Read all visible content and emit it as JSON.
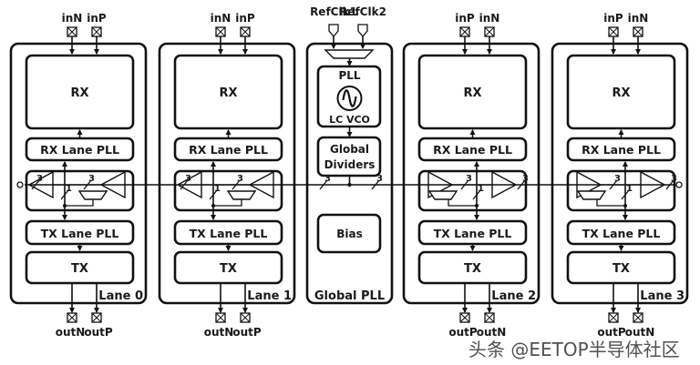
{
  "diagram": {
    "lanes": [
      {
        "name": "Lane 0",
        "inputs": [
          "inN",
          "inP"
        ],
        "outputs": [
          "outN",
          "outP"
        ],
        "rx": "RX",
        "rx_pll": "RX Lane PLL",
        "tx_pll": "TX Lane PLL",
        "tx": "TX",
        "bus_widths": [
          "3",
          "3",
          "1"
        ],
        "mirrored": false
      },
      {
        "name": "Lane 1",
        "inputs": [
          "inN",
          "inP"
        ],
        "outputs": [
          "outN",
          "outP"
        ],
        "rx": "RX",
        "rx_pll": "RX Lane PLL",
        "tx_pll": "TX Lane PLL",
        "tx": "TX",
        "bus_widths": [
          "3",
          "3",
          "1"
        ],
        "mirrored": false
      },
      {
        "name": "Lane 2",
        "inputs": [
          "inP",
          "inN"
        ],
        "outputs": [
          "outP",
          "outN"
        ],
        "rx": "RX",
        "rx_pll": "RX Lane PLL",
        "tx_pll": "TX Lane PLL",
        "tx": "TX",
        "bus_widths": [
          "3",
          "3",
          "1"
        ],
        "mirrored": true
      },
      {
        "name": "Lane 3",
        "inputs": [
          "inP",
          "inN"
        ],
        "outputs": [
          "outP",
          "outN"
        ],
        "rx": "RX",
        "rx_pll": "RX Lane PLL",
        "tx_pll": "TX Lane PLL",
        "tx": "TX",
        "bus_widths": [
          "3",
          "3",
          "1"
        ],
        "mirrored": true
      }
    ],
    "global_pll": {
      "name": "Global PLL",
      "ref_clocks": [
        "RefClk1",
        "RefClk2"
      ],
      "pll_label": "PLL",
      "vco_label": "LC VCO",
      "dividers_line1": "Global",
      "dividers_line2": "Dividers",
      "bias": "Bias",
      "bus_widths": [
        "3",
        "3"
      ]
    },
    "icons": {
      "pad": "pad-cross-icon",
      "vco": "sine-wave-oscillator-icon",
      "buffer": "buffer-triangle-icon",
      "mux": "mux-trapezoid-icon",
      "clock_input": "clock-input-pin-icon"
    }
  },
  "watermark": "头条 @EETOP半导体社区"
}
